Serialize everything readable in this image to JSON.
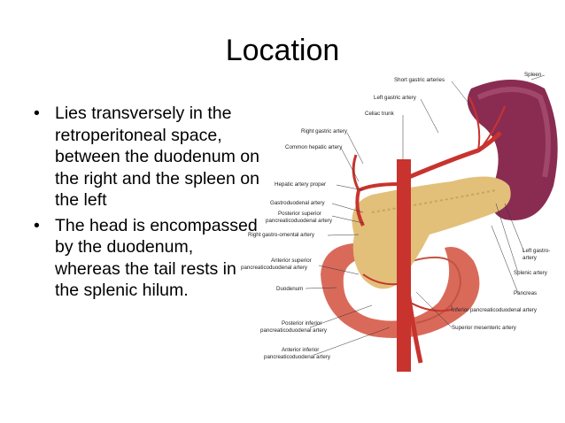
{
  "slide": {
    "title": "Location",
    "bullets": [
      "Lies transversely in the retroperitoneal space, between the duodenum on the right and the spleen on the left",
      "The head is encompassed by the duodenum, whereas the tail rests in the splenic hilum."
    ]
  },
  "figure": {
    "labels": {
      "spleen": "Spleen",
      "short_gastric": "Short gastric arteries",
      "left_gastric": "Left gastric artery",
      "celiac": "Celiac trunk",
      "right_gastric": "Right gastric artery",
      "common_hepatic": "Common hepatic artery",
      "hepatic_proper": "Hepatic artery proper",
      "gastroduodenal": "Gastroduodenal artery",
      "post_sup_1": "Posterior superior",
      "post_sup_2": "pancreaticoduodenal artery",
      "right_gastro_omental": "Right gastro-omental artery",
      "ant_sup_1": "Anterior superior",
      "ant_sup_2": "pancreaticoduodenal artery",
      "duodenum": "Duodenum",
      "post_inf_1": "Posterior inferior",
      "post_inf_2": "pancreaticoduodenal artery",
      "ant_inf_1": "Anterior inferior",
      "ant_inf_2": "pancreaticoduodenal artery",
      "left_gastro_1": "Left gastro-",
      "left_gastro_2": "artery",
      "splenic_artery": "Splenic artery",
      "pancreas": "Pancreas",
      "inf_pancreaticoduodenal": "Inferior pancreaticoduodenal artery",
      "superior_mesenteric": "Superior mesenteric artery"
    }
  },
  "colors": {
    "artery": "#c8332e",
    "pancreas": "#e2c07a",
    "duodenum": "#d96a5a",
    "spleen": "#8a2c52"
  }
}
